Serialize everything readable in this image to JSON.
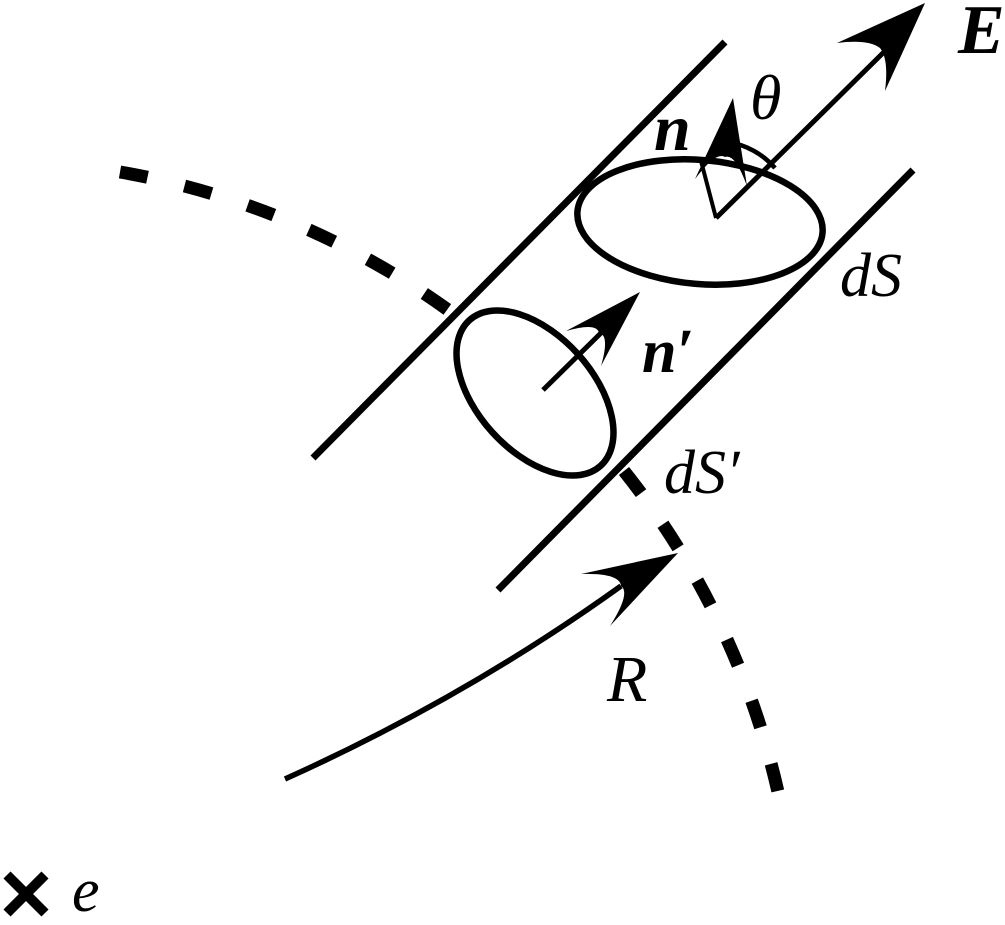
{
  "figure": {
    "labels": {
      "field_vector": "E",
      "angle_theta": "θ",
      "normal_n": "n",
      "normal_n_prime": "n′",
      "surface_ds": "dS",
      "surface_ds_prime": "dS′",
      "radius_r": "R",
      "charge_e": "e"
    },
    "icons": {
      "charge_marker": "x-cross-marker"
    },
    "colors": {
      "ink": "#000000",
      "background": "#ffffff"
    }
  }
}
